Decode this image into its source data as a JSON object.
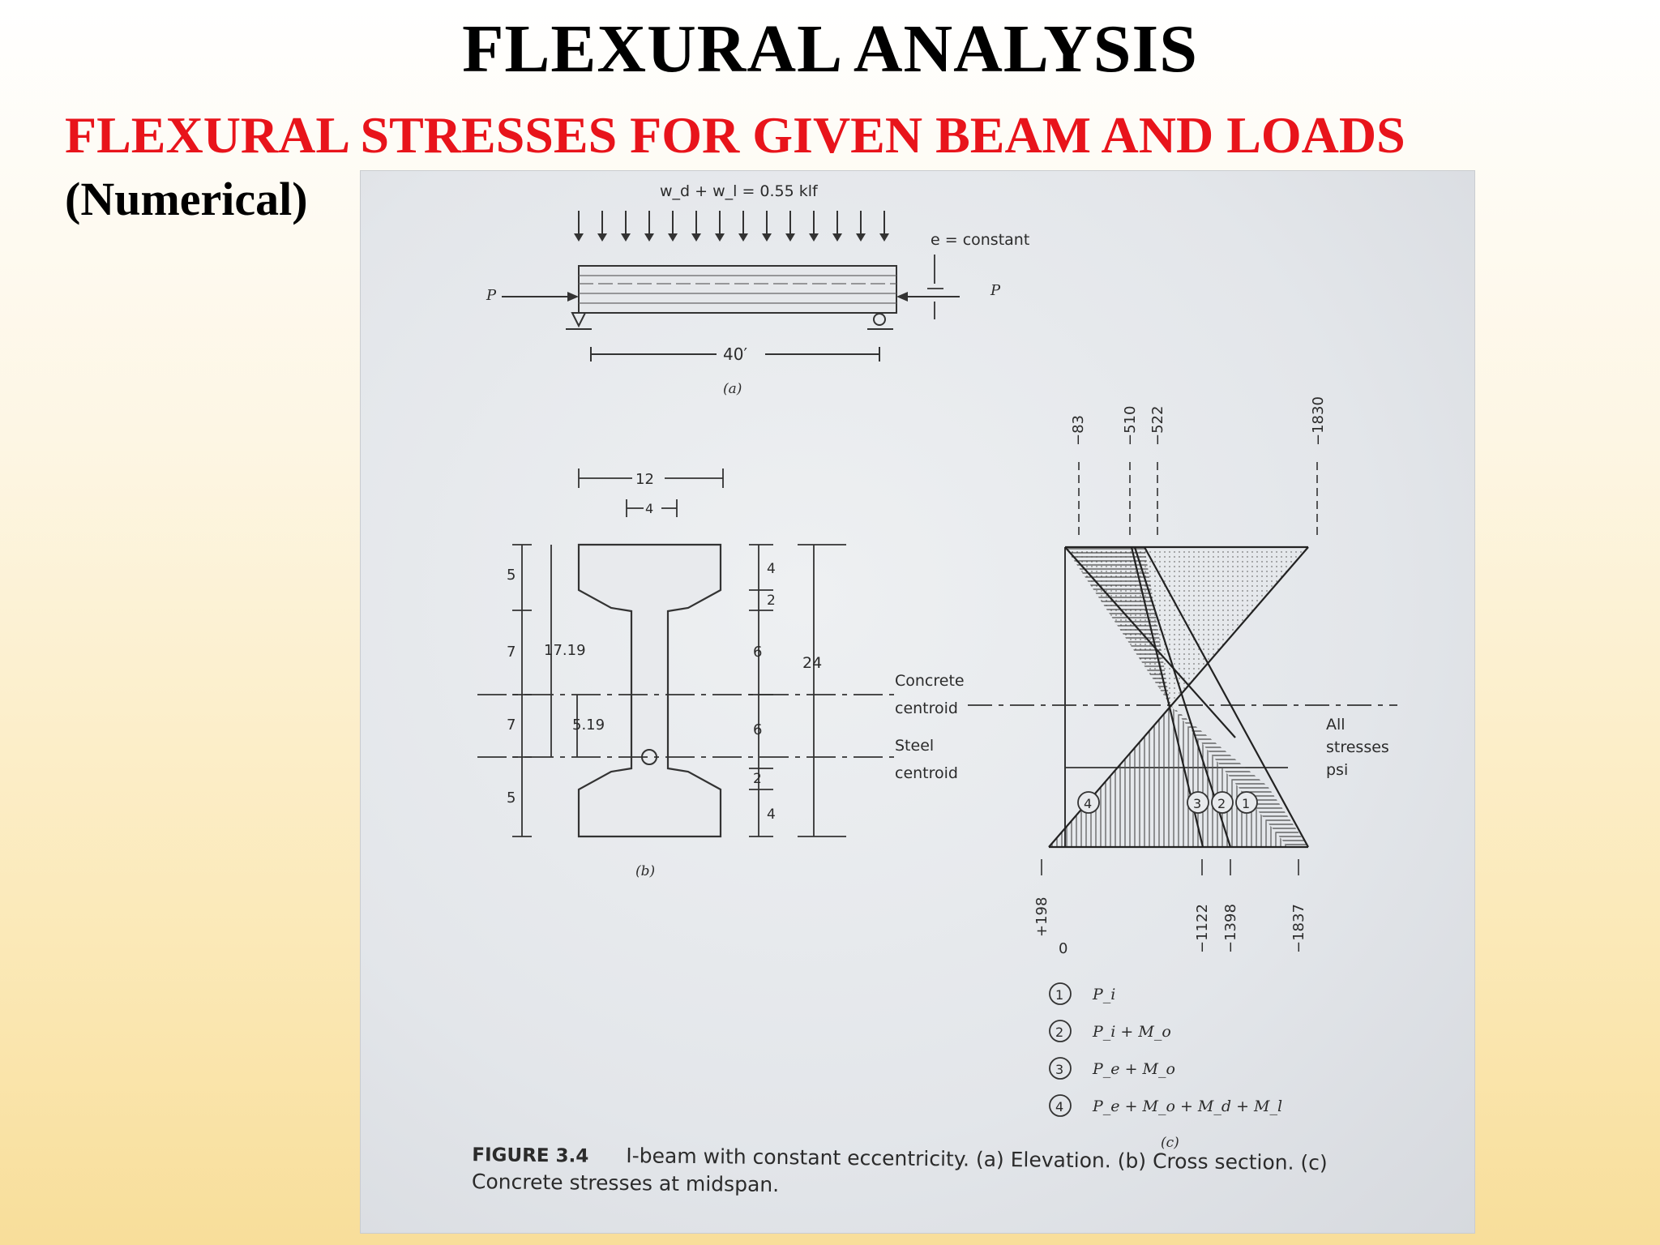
{
  "slide": {
    "title": "FLEXURAL ANALYSIS",
    "subtitle": "FLEXURAL STRESSES FOR GIVEN BEAM AND LOADS",
    "subnote": "(Numerical)"
  },
  "figure": {
    "elevation": {
      "load_label": "w_d + w_l = 0.55 klf",
      "ecc_label": "e = constant",
      "force_left": "P",
      "force_right": "P",
      "span_label": "40′",
      "part_label": "(a)"
    },
    "section": {
      "width_top": "12",
      "web_width": "4",
      "left_dims": [
        "5",
        "7",
        "7",
        "5"
      ],
      "dim_17": "17.19",
      "dim_5": "5.19",
      "right_dims": [
        "4",
        "2",
        "6",
        "6",
        "2",
        "4"
      ],
      "overall": "24",
      "concrete_centroid_1": "Concrete",
      "concrete_centroid_2": "centroid",
      "steel_centroid_1": "Steel",
      "steel_centroid_2": "centroid",
      "part_label": "(b)"
    },
    "stresses": {
      "top_values": [
        "−83",
        "−510",
        "−522",
        "−1830"
      ],
      "bottom_values": [
        "+198",
        "0",
        "−1122",
        "−1398",
        "−1837"
      ],
      "all_stresses_1": "All",
      "all_stresses_2": "stresses",
      "all_stresses_3": "psi",
      "circles": [
        "1",
        "2",
        "3",
        "4"
      ],
      "part_label": "(c)"
    },
    "legend": [
      {
        "num": "1",
        "text": "P_i"
      },
      {
        "num": "2",
        "text": "P_i + M_o"
      },
      {
        "num": "3",
        "text": "P_e + M_o"
      },
      {
        "num": "4",
        "text": "P_e + M_o + M_d + M_l"
      }
    ],
    "caption_label": "FIGURE 3.4",
    "caption_text": "I-beam with constant eccentricity. (a) Elevation. (b) Cross section. (c)",
    "caption_text2": "Concrete stresses at midspan."
  }
}
